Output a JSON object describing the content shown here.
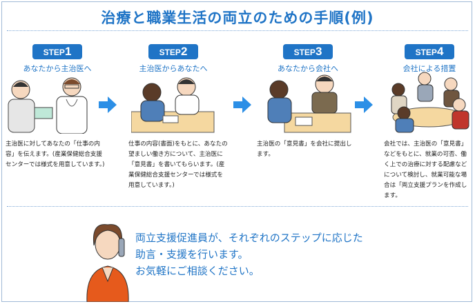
{
  "title": "治療と職業生活の両立のための手順(例)",
  "steps": [
    {
      "badge": "STEP",
      "number": "1",
      "subtitle": "あなたから主治医へ",
      "description": "主治医に対してあなたの「仕事の内容」を伝えます。(産業保健総合支援センターでは様式を用意しています。)"
    },
    {
      "badge": "STEP",
      "number": "2",
      "subtitle": "主治医からあなたへ",
      "description": "仕事の内容(書面)をもとに、あなたの望ましい働き方について、主治医に「意見書」を書いてもらいます。(産業保健総合支援センターでは様式を用意しています。)"
    },
    {
      "badge": "STEP",
      "number": "3",
      "subtitle": "あなたから会社へ",
      "description": "主治医の「意見書」を会社に提出します。"
    },
    {
      "badge": "STEP",
      "number": "4",
      "subtitle": "会社による措置",
      "description": "会社では、主治医の「意見書」などをもとに、就業の可否、働く上での治療に対する配慮などについて検討し、就業可能な場合は「両立支援プランを作成します。"
    }
  ],
  "support": {
    "line1": "両立支援促進員が、それぞれのステップに応じた",
    "line2": "助言・支援を行います。",
    "line3": "お気軽にご相談ください。"
  },
  "colors": {
    "accent": "#1f74c6",
    "arrow": "#2c8fe6"
  }
}
